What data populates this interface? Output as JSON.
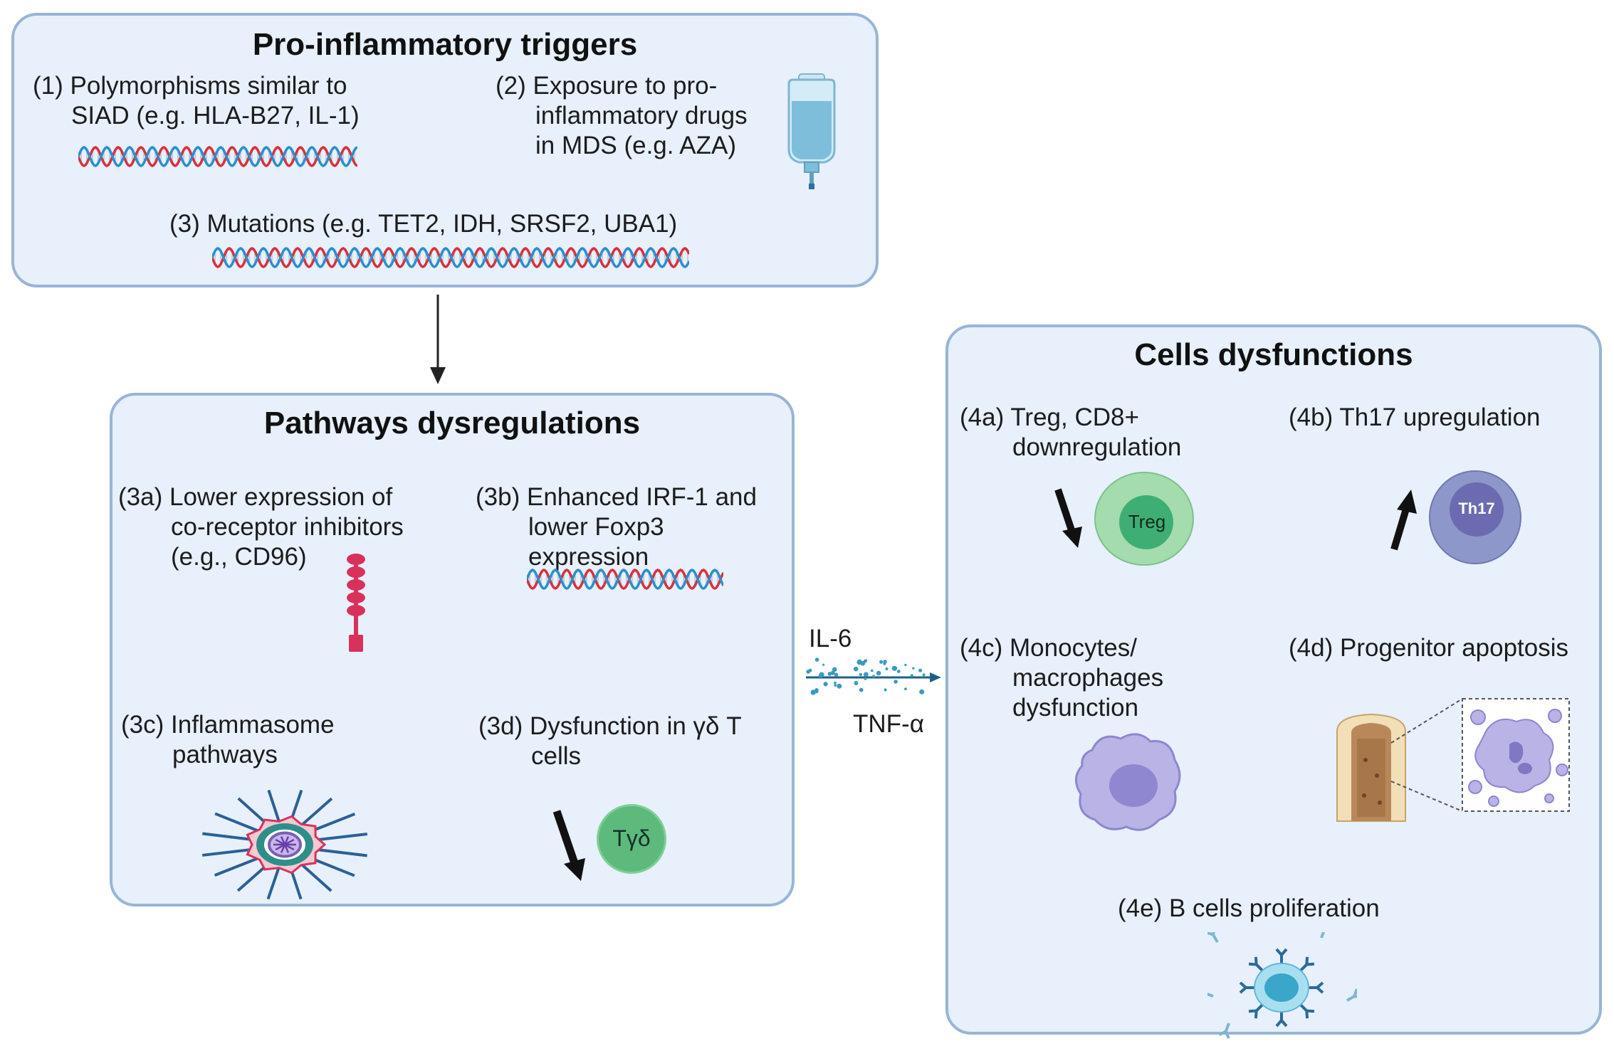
{
  "triggers": {
    "title": "Pro-inflammatory triggers",
    "item1": {
      "num": "(1)",
      "line1": "Polymorphisms similar to",
      "line2": "SIAD (e.g. HLA-B27, IL-1)"
    },
    "item2": {
      "num": "(2)",
      "line1": "Exposure to pro-",
      "line2": "inflammatory drugs",
      "line3": "in MDS (e.g. AZA)"
    },
    "item3": {
      "num": "(3)",
      "line1": "Mutations (e.g. TET2, IDH, SRSF2, UBA1)"
    }
  },
  "pathways": {
    "title": "Pathways dysregulations",
    "item3a": {
      "num": "(3a)",
      "line1": "Lower expression of",
      "line2": "co-receptor inhibitors",
      "line3": "(e.g., CD96)"
    },
    "item3b": {
      "num": "(3b)",
      "line1": "Enhanced IRF-1 and",
      "line2": "lower Foxp3",
      "line3": "expression"
    },
    "item3c": {
      "num": "(3c)",
      "line1": "Inflammasome",
      "line2": "pathways"
    },
    "item3d": {
      "num": "(3d)",
      "line1": "Dysfunction in γδ T",
      "line2": "cells",
      "cell_label": "Tγδ"
    }
  },
  "cytokines": {
    "top": "IL-6",
    "bottom": "TNF-α"
  },
  "cells": {
    "title": "Cells dysfunctions",
    "item4a": {
      "num": "(4a)",
      "line1": "Treg, CD8+",
      "line2": "downregulation",
      "cell_label": "Treg"
    },
    "item4b": {
      "num": "(4b)",
      "line1": "Th17 upregulation",
      "cell_label": "Th17"
    },
    "item4c": {
      "num": "(4c)",
      "line1": "Monocytes/",
      "line2": "macrophages",
      "line3": "dysfunction"
    },
    "item4d": {
      "num": "(4d)",
      "line1": "Progenitor apoptosis"
    },
    "item4e": {
      "num": "(4e)",
      "line1": "B cells proliferation"
    }
  },
  "icons": {
    "dna": "dna-helix-icon",
    "iv_bag": "iv-bag-icon",
    "receptor": "receptor-icon",
    "inflammasome": "inflammasome-icon",
    "arrow_down": "arrow-down-icon",
    "arrow_up": "arrow-up-icon",
    "cell": "cell-icon",
    "macrophage": "macrophage-icon",
    "bone": "bone-marrow-icon",
    "apoptotic_cell": "apoptotic-cell-icon",
    "b_cell": "b-cell-icon"
  },
  "colors": {
    "panel_fill": "#e7f0fb",
    "panel_border": "#9ab4d8",
    "dna_red": "#d8323c",
    "dna_blue": "#2a8fd0",
    "treg_outer": "#a4dcae",
    "treg_inner": "#3fae74",
    "th17_outer": "#8d97c9",
    "th17_inner": "#6c6bb1",
    "macrophage": "#b9b3e6",
    "receptor": "#d8325c",
    "cytokine": "#3a9bc2"
  }
}
